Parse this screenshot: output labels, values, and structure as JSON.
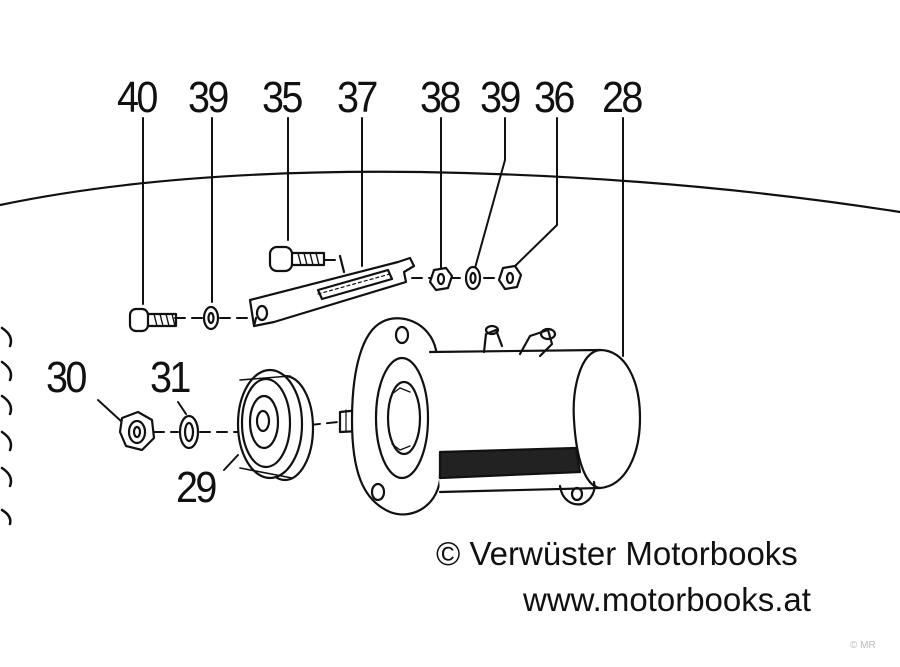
{
  "parts": {
    "p40": "40",
    "p39a": "39",
    "p35": "35",
    "p37": "37",
    "p38": "38",
    "p39b": "39",
    "p36": "36",
    "p28": "28",
    "p30": "30",
    "p31": "31",
    "p29": "29"
  },
  "copyright": {
    "line1": "© Verwüster Motorbooks",
    "line2": "www.motorbooks.at"
  },
  "watermark": "© MR"
}
